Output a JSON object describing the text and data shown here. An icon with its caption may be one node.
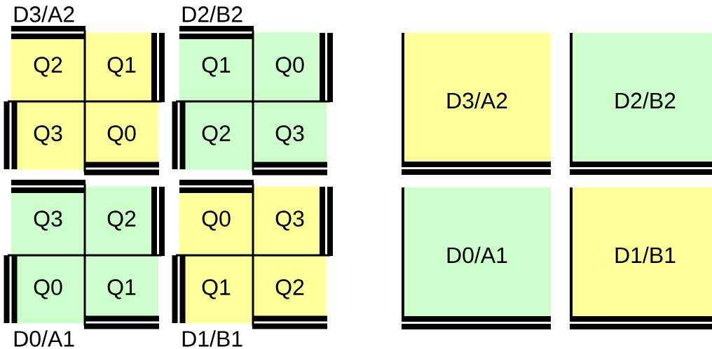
{
  "diagram": {
    "nodes": [
      {
        "text": [
          "Q2"
        ]
      },
      {
        "text": [
          "Q1"
        ]
      },
      {
        "text": [
          "Q3"
        ]
      },
      {
        "text": [
          "Q0"
        ]
      },
      {
        "text": [
          "Q1"
        ]
      },
      {
        "text": [
          "Q0"
        ]
      },
      {
        "text": [
          "Q2"
        ]
      },
      {
        "text": [
          "Q3"
        ]
      },
      {
        "text": [
          "Q3"
        ]
      },
      {
        "text": [
          "Q2"
        ]
      },
      {
        "text": [
          "Q0"
        ]
      },
      {
        "text": [
          "Q1"
        ]
      },
      {
        "text": [
          "Q0"
        ]
      },
      {
        "text": [
          "Q3"
        ]
      },
      {
        "text": [
          "Q1"
        ]
      },
      {
        "text": [
          "Q2"
        ]
      },
      {
        "text": [
          "D3/A2"
        ]
      },
      {
        "text": [
          "D2/B2"
        ]
      },
      {
        "text": [
          "D0/A1"
        ]
      },
      {
        "text": [
          "D1/B1"
        ]
      }
    ],
    "labels": [
      "D3/A2",
      "D2/B2",
      "D0/A1",
      "D1/B1"
    ]
  }
}
